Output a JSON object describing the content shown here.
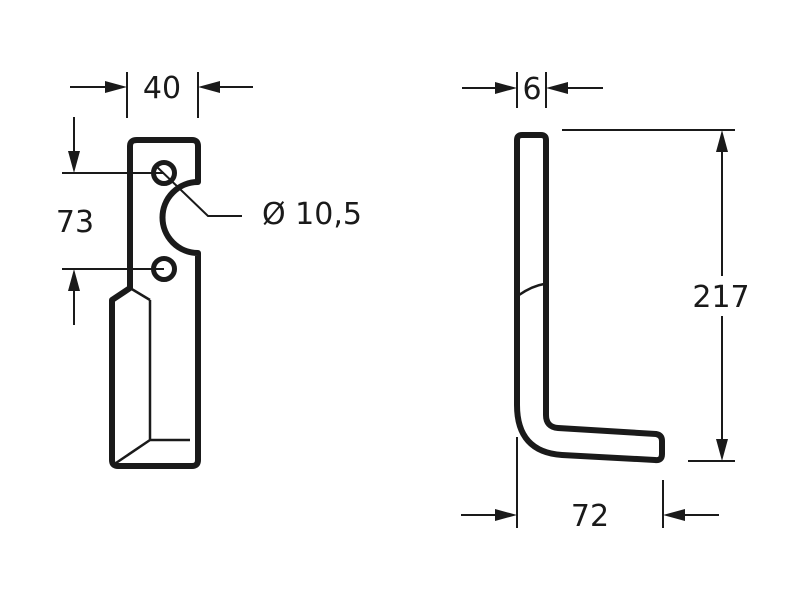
{
  "drawing": {
    "front_view": {
      "width_label": "40",
      "hole_spacing_label": "73",
      "hole_diameter_label": "Ø 10,5"
    },
    "side_view": {
      "thickness_label": "6",
      "height_label": "217",
      "length_label": "72"
    }
  },
  "colors": {
    "stroke": "#1a1a1a",
    "background": "#ffffff"
  }
}
